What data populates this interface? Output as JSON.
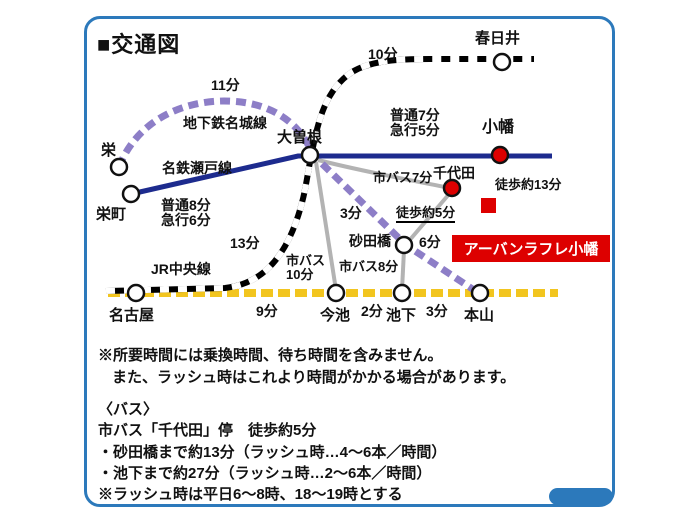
{
  "title": "■交通図",
  "map": {
    "stations": {
      "kasugai": "春日井",
      "obata": "小幡",
      "ozone": "大曽根",
      "sakae": "栄",
      "sakaemachi": "栄町",
      "chiyoda": "千代田",
      "sunadabashi": "砂田橋",
      "nagoya": "名古屋",
      "imaike": "今池",
      "ikeshita": "池下",
      "motoyama": "本山"
    },
    "lines": {
      "meijo": "地下鉄名城線",
      "seto": "名鉄瀬戸線",
      "jr_chuo": "JR中央線"
    },
    "times": {
      "jr_top": "10分",
      "meijo_arc": "11分",
      "obata_train": "普通7分\n急行5分",
      "seto_train": "普通8分\n急行6分",
      "bus7": "市バス7分",
      "walk13": "徒歩約13分",
      "walk5": "徒歩約5分",
      "meijo_3min": "3分",
      "jr_13min": "13分",
      "bus10": "市バス\n10分",
      "bus8": "市バス8分",
      "bus6": "6分",
      "higashiyama_9min": "9分",
      "higashiyama_2min": "2分",
      "higashiyama_3min": "3分"
    },
    "property": "アーバンラフレ小幡"
  },
  "notes": {
    "line1": "※所要時間には乗換時間、待ち時間を含みません。",
    "line2": "また、ラッシュ時はこれより時間がかかる場合があります。"
  },
  "bus": {
    "heading": "〈バス〉",
    "stop": "市バス「千代田」停　徒歩約5分",
    "item1": "・砂田橋まで約13分（ラッシュ時…4～6本／時間）",
    "item2": "・池下まで約27分（ラッシュ時…2～6本／時間）",
    "note": "※ラッシュ時は平日6～8時、18～19時とする"
  },
  "colors": {
    "frame": "#2c79bb",
    "meijo_line": "#8d7ec7",
    "seto_line": "#1d2b8e",
    "higashiyama_line": "#f2c51f",
    "bus_line": "#b3b3b3",
    "jr_line": "#000000",
    "accent_red": "#dd0000"
  }
}
